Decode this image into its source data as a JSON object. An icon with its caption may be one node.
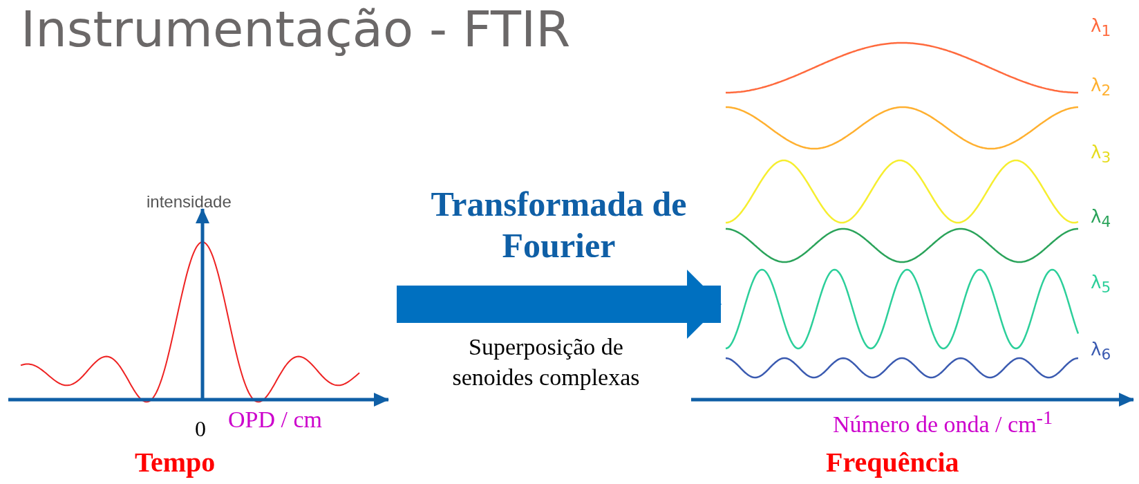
{
  "diagram": {
    "title": "Instrumentação - FTIR",
    "nodes": [
      {
        "text": [],
        "shape": "picture"
      },
      {
        "text": [],
        "shape": "picture"
      }
    ],
    "edges": [
      {
        "from": 0,
        "to": 1,
        "arrow": "to",
        "label": "Transformada de Fourier"
      }
    ],
    "labels": [
      "intensidade",
      "0",
      "OPD / cm",
      "Tempo",
      "Superposição de senoides complexas",
      "λ$_{1}$",
      "λ$_{2}$",
      "λ$_{3}$",
      "λ$_{4}$",
      "λ$_{5}$",
      "λ$_{6}$",
      "Número de onda / cm$^{-1}$",
      "Frequência"
    ]
  }
}
